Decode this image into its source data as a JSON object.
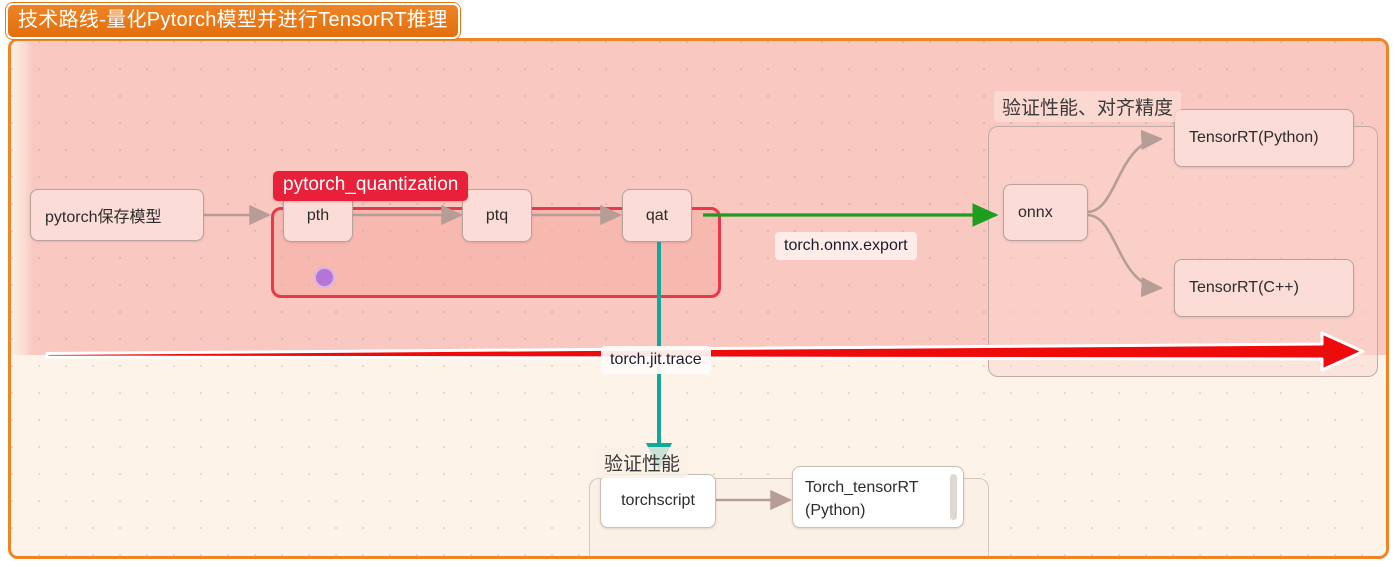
{
  "title": "技术路线-量化Pytorch模型并进行TensorRT推理",
  "groups": {
    "quantization": {
      "label": "pytorch_quantization"
    },
    "verify_perf_accuracy": {
      "label": "验证性能、对齐精度"
    },
    "verify_perf": {
      "label": "验证性能"
    }
  },
  "nodes": {
    "pytorch_save_model": "pytorch保存模型",
    "pth": "pth",
    "ptq": "ptq",
    "qat": "qat",
    "onnx": "onnx",
    "tensorrt_python": "TensorRT(Python)",
    "tensorrt_cpp": "TensorRT(C++)",
    "torchscript": "torchscript",
    "torch_tensorrt_line1": "Torch_tensorRT",
    "torch_tensorrt_line2": "(Python)"
  },
  "edge_labels": {
    "onnx_export": "torch.onnx.export",
    "jit_trace": "torch.jit.trace"
  },
  "colors": {
    "frame_border": "#ef8424",
    "title_chip": "#ea7317",
    "quant_group_border": "#e8394b",
    "quant_label_bg": "#e8203a",
    "upper_band": "#f9c9c1",
    "lower_band": "#fdf3e9",
    "node_fill": "#fbdcd6",
    "node_border": "#b9a39f",
    "edge_gray": "#b69d96",
    "edge_green": "#1e9e20",
    "edge_teal": "#11a79a",
    "big_arrow": "#ee0b0b",
    "port_dot": "#b575d6"
  }
}
